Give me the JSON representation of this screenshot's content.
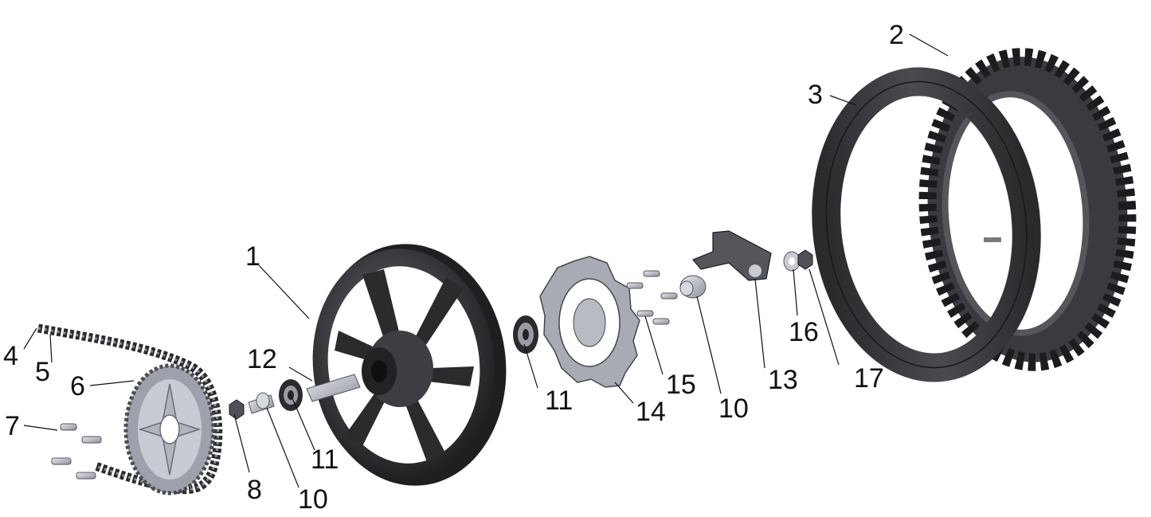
{
  "diagram": {
    "type": "exploded-parts-view",
    "callouts": {
      "c1": "1",
      "c2": "2",
      "c3": "3",
      "c4": "4",
      "c5": "5",
      "c6": "6",
      "c7": "7",
      "c8": "8",
      "c10a": "10",
      "c10b": "10",
      "c11a": "11",
      "c11b": "11",
      "c12": "12",
      "c13": "13",
      "c14": "14",
      "c15": "15",
      "c16": "16",
      "c17": "17"
    }
  },
  "colors": {
    "part_dark": "#2b2b2e",
    "part_mid": "#55565b",
    "part_light": "#b5b7bf",
    "metal": "#c9cbd4",
    "line": "#111111"
  }
}
